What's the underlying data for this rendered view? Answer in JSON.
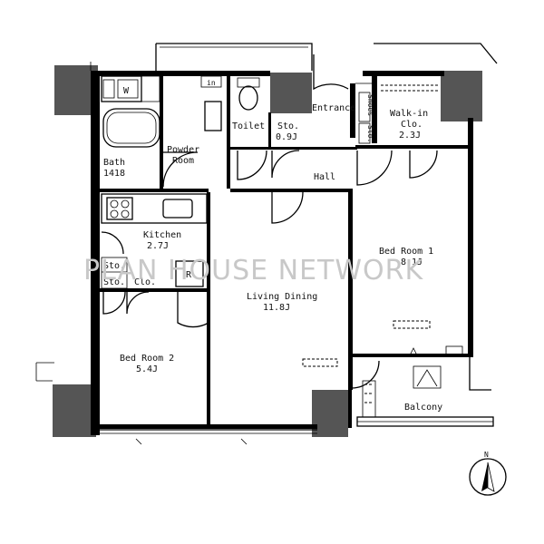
{
  "rooms": {
    "bath": {
      "name": "Bath",
      "size": "1418"
    },
    "powder_room": {
      "name1": "Powder",
      "name2": "Room"
    },
    "toilet": {
      "name": "Toilet"
    },
    "storage_top": {
      "name": "Sto.",
      "size": "0.9J"
    },
    "entrance": {
      "name": "Entrance"
    },
    "shoes": {
      "name": "Shoes"
    },
    "sto_entrance": {
      "name": "Sto."
    },
    "walk_in": {
      "name1": "Walk-in",
      "name2": "Clo.",
      "size": "2.3J"
    },
    "hall": {
      "name": "Hall"
    },
    "kitchen": {
      "name": "Kitchen",
      "size": "2.7J"
    },
    "sto_a": {
      "name": "Sto."
    },
    "sto_b": {
      "name": "Sto."
    },
    "clo": {
      "name": "Clo."
    },
    "fridge": {
      "name": "R"
    },
    "bedroom1": {
      "name": "Bed Room 1",
      "size": "8.1J"
    },
    "living": {
      "name": "Living Dining",
      "size": "11.8J"
    },
    "bedroom2": {
      "name": "Bed Room 2",
      "size": "5.4J"
    },
    "balcony": {
      "name": "Balcony"
    },
    "washer": {
      "name": "W"
    },
    "in_mark": {
      "name": "in"
    }
  },
  "watermark": "PLAN HOUSE NETWORK",
  "compass": {
    "label": "N"
  }
}
